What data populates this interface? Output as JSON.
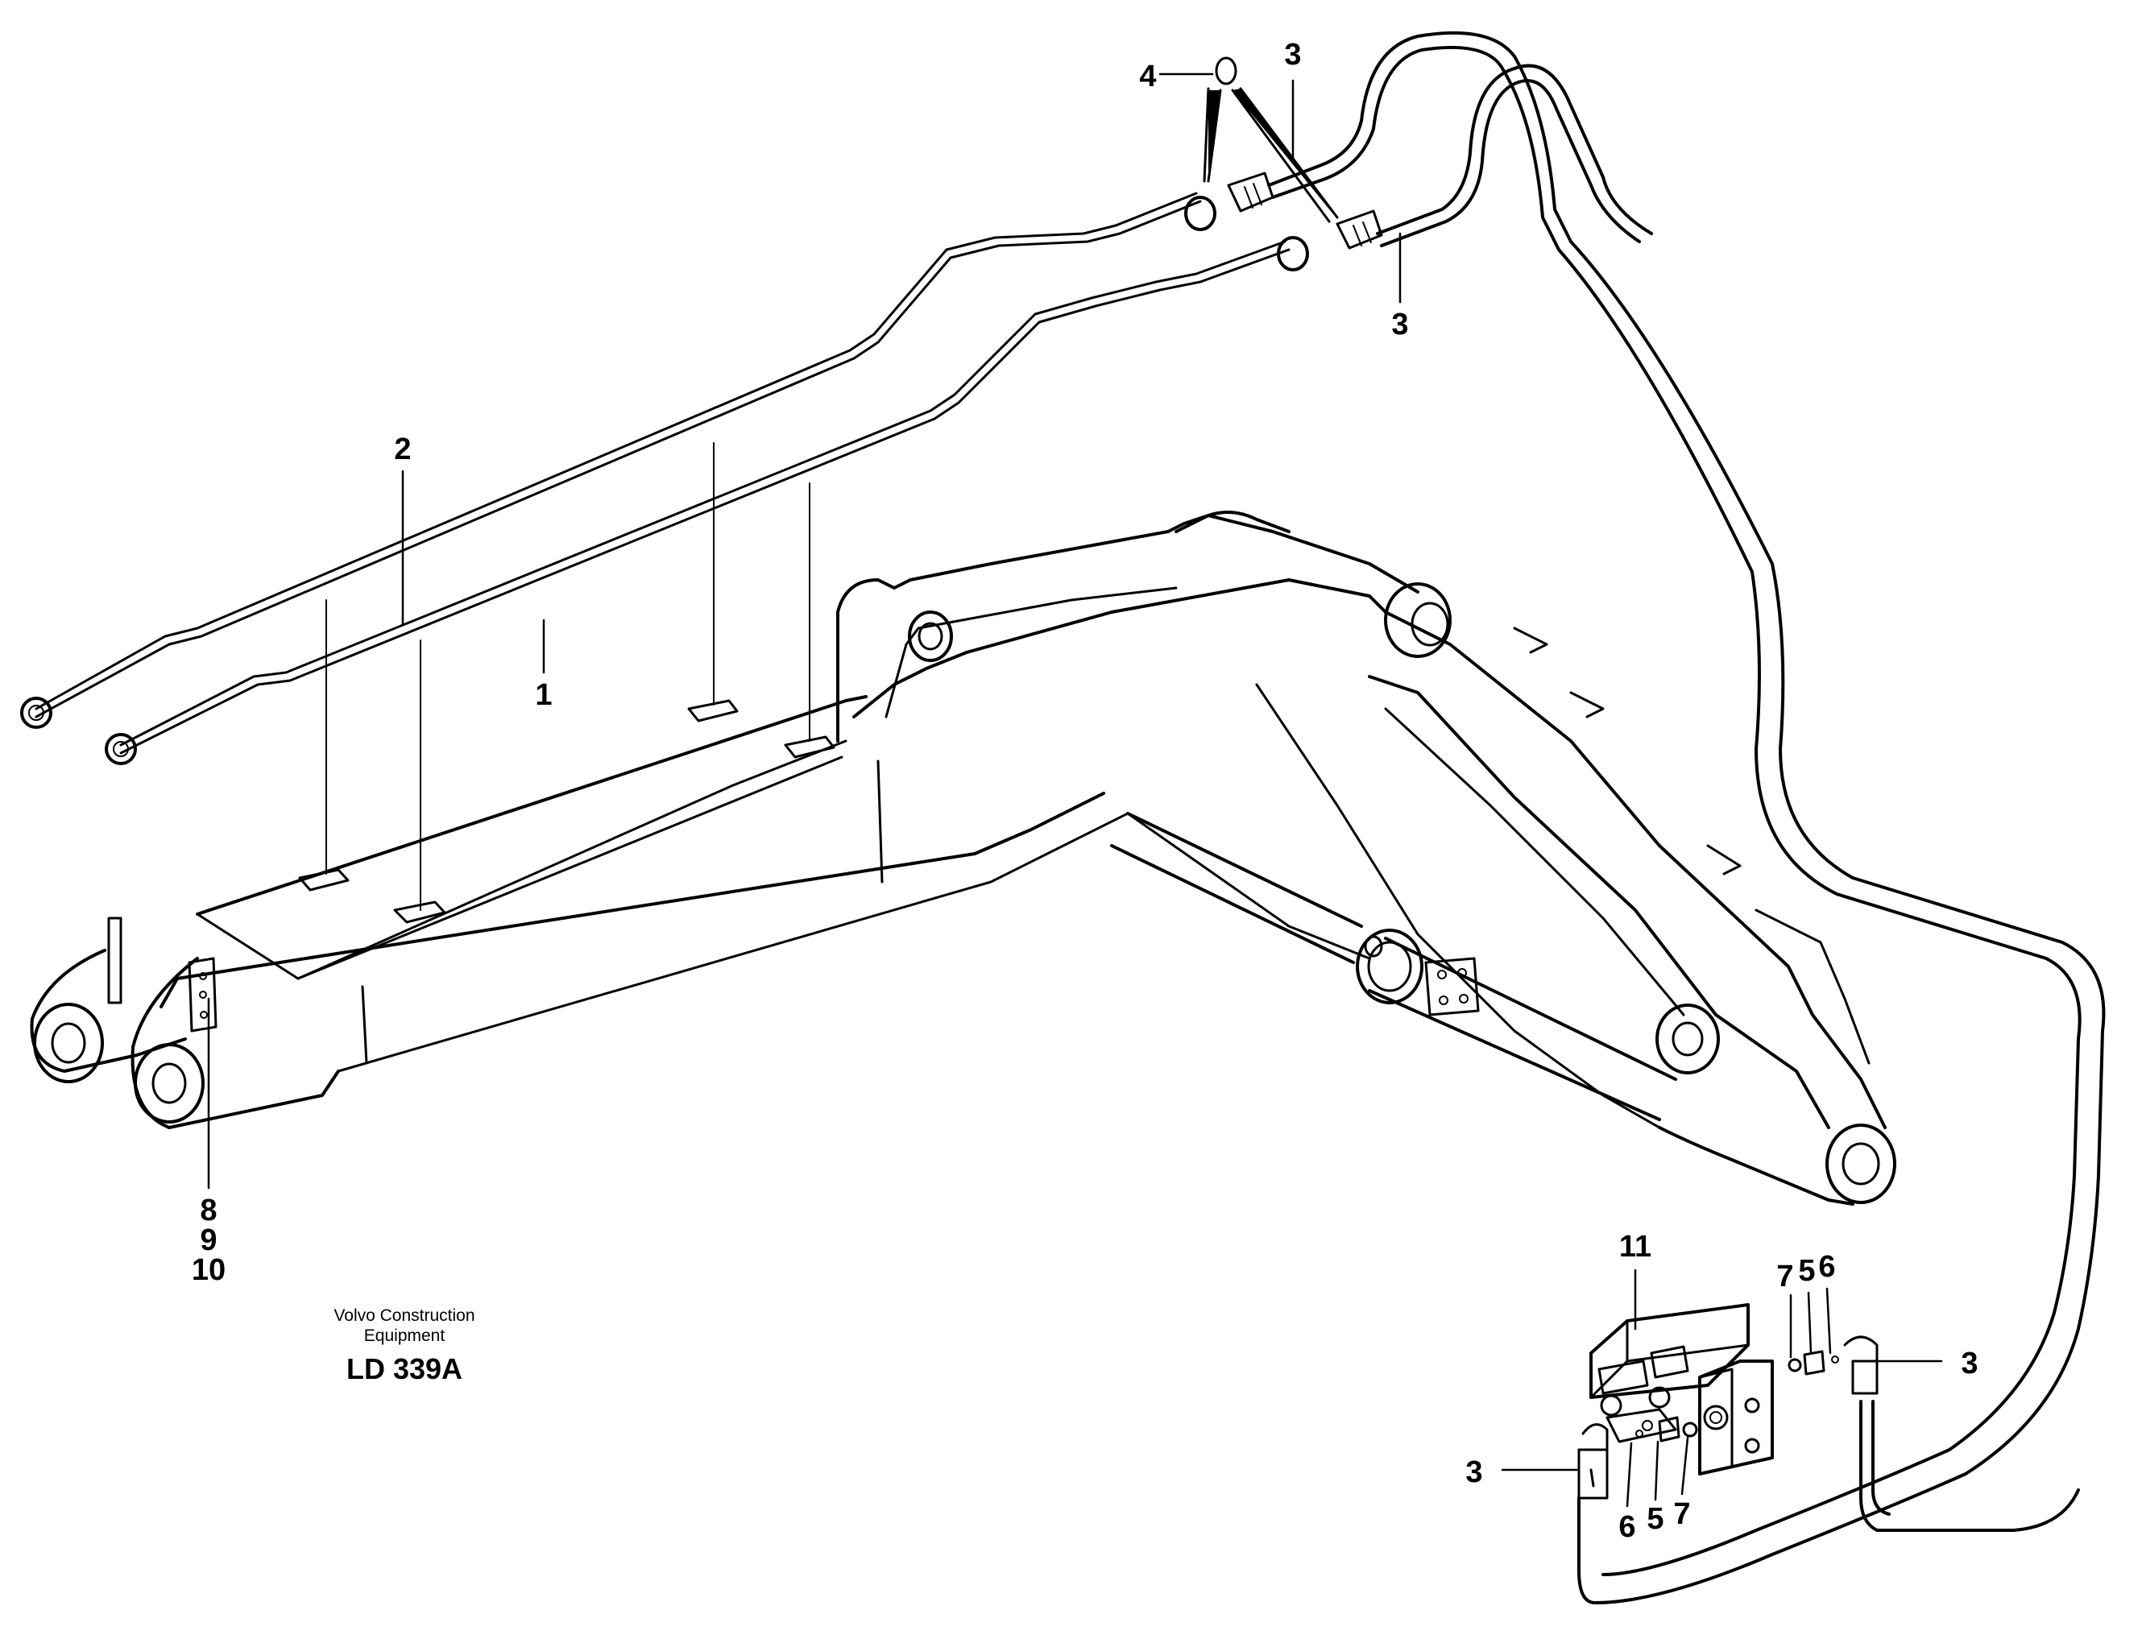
{
  "diagram": {
    "callouts": {
      "c1": "1",
      "c2": "2",
      "c3a": "3",
      "c3b": "3",
      "c3c": "3",
      "c3d": "3",
      "c4": "4",
      "c5a": "5",
      "c5b": "5",
      "c6a": "6",
      "c6b": "6",
      "c7a": "7",
      "c7b": "7",
      "c8": "8",
      "c9": "9",
      "c10": "10",
      "c11": "11"
    },
    "parts": {
      "tube_long_upper": "2",
      "tube_long_lower": "1",
      "hose": "3",
      "o_ring": "4",
      "nipple": "5",
      "washer": "6",
      "seal": "7",
      "clamp_set": [
        "8",
        "9",
        "10"
      ],
      "valve_block": "11"
    }
  },
  "footer": {
    "company_line1": "Volvo Construction",
    "company_line2": "Equipment",
    "drawing_id": "LD 339A"
  },
  "colors": {
    "ink": "#000000",
    "paper": "#ffffff"
  }
}
